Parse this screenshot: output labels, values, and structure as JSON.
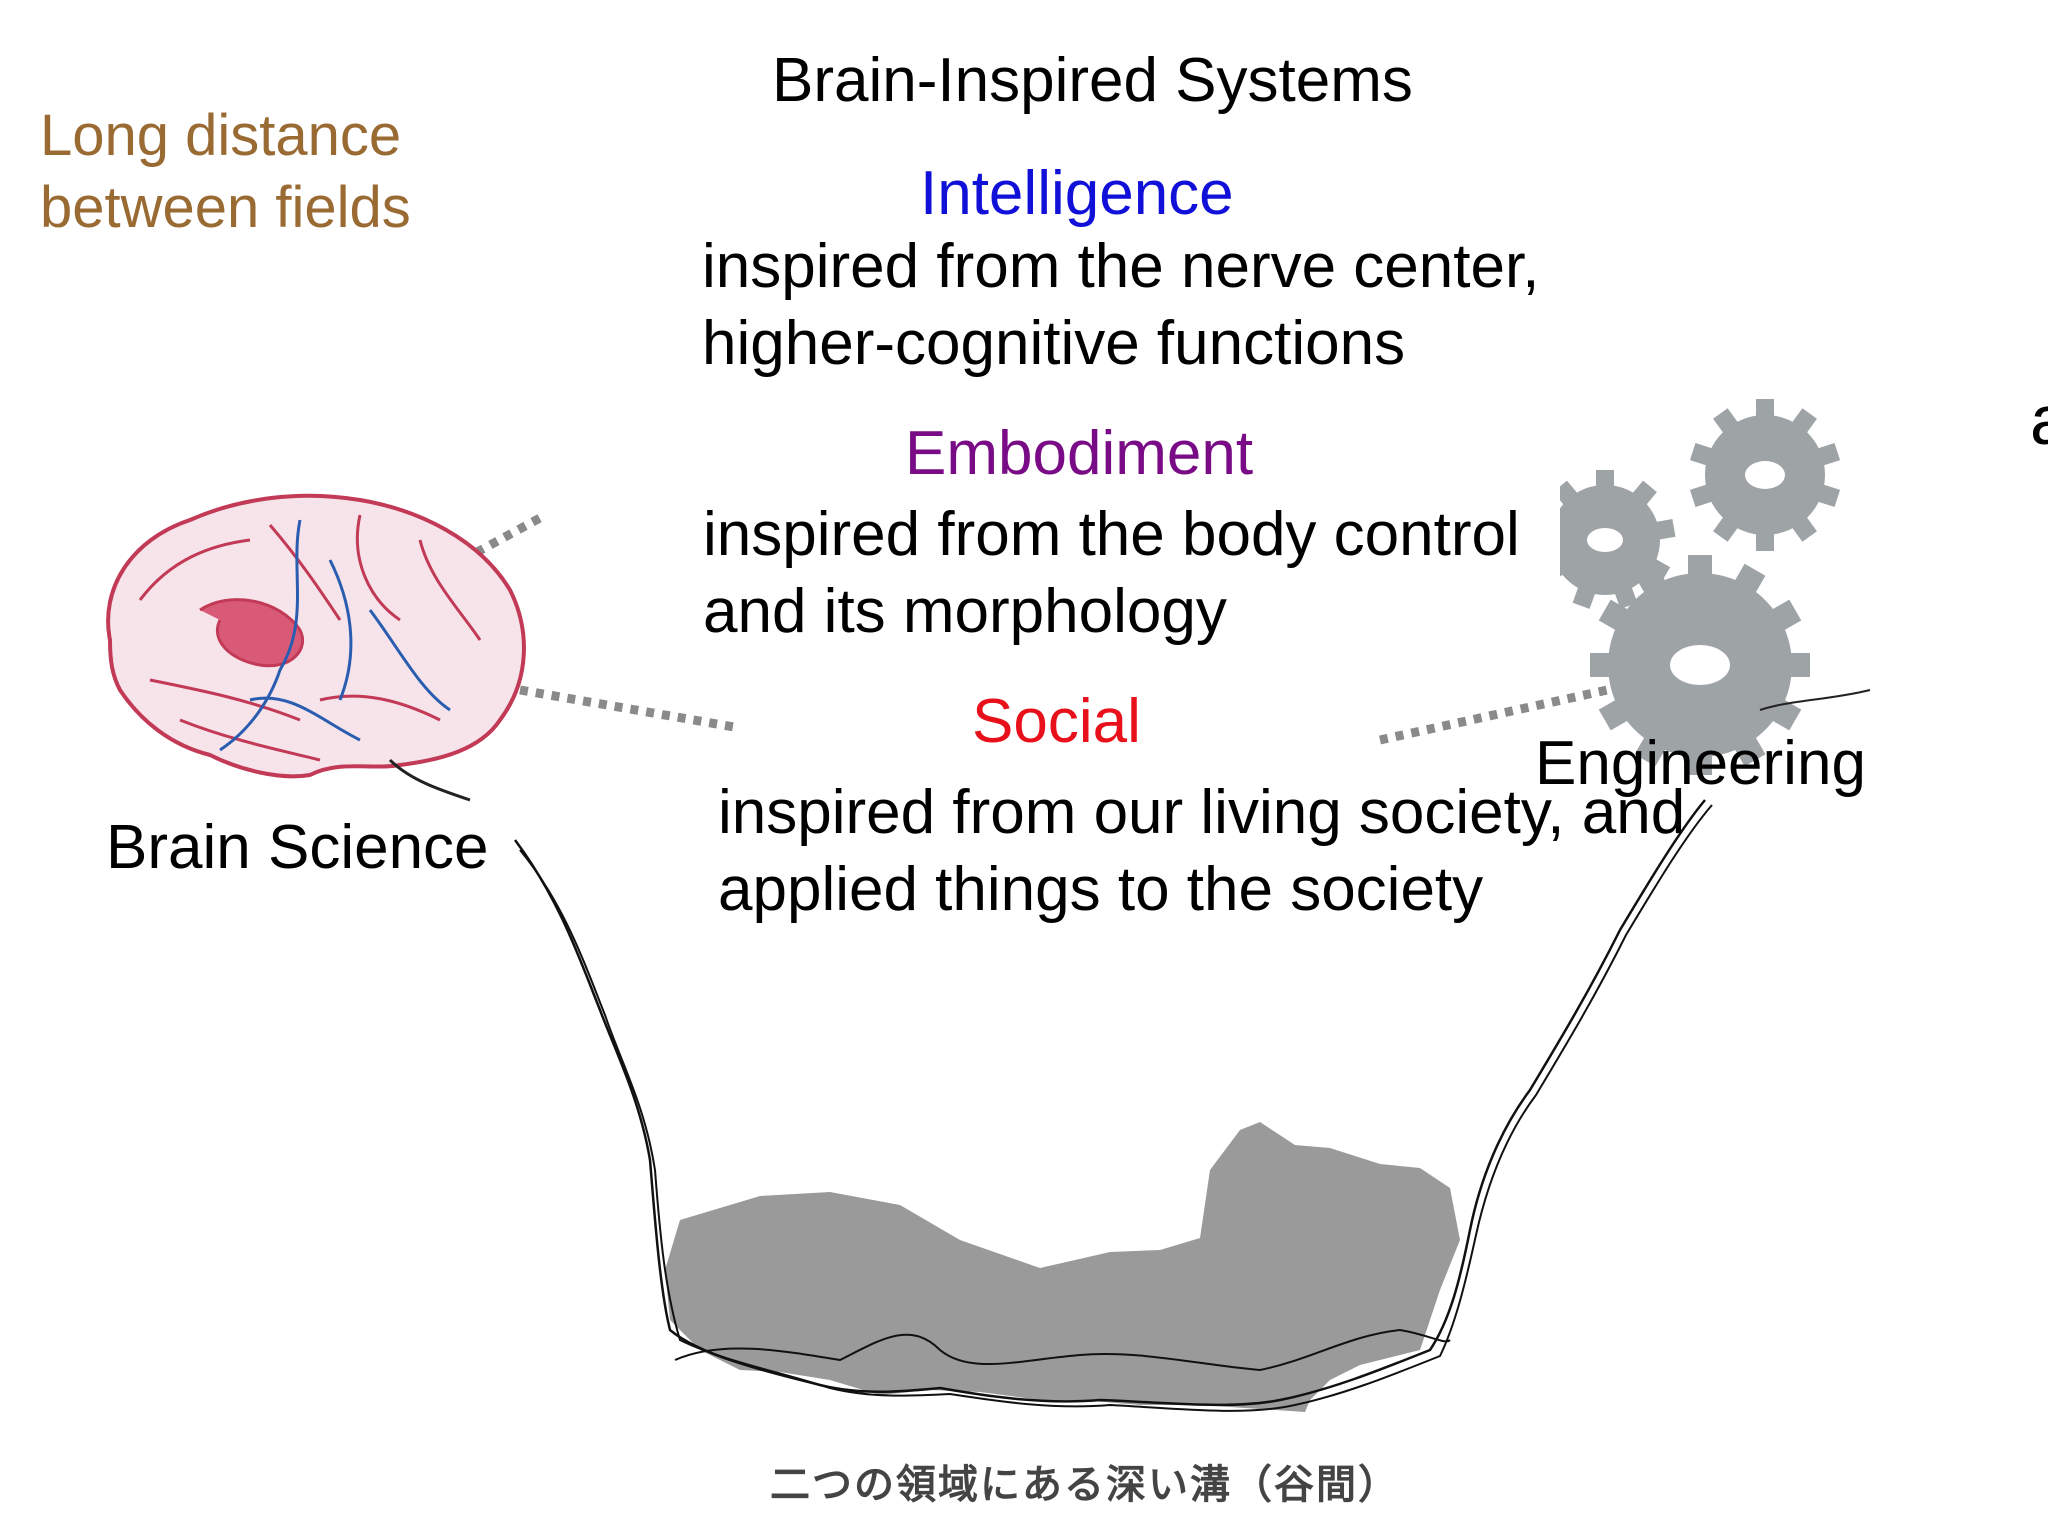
{
  "slide": {
    "title": "Brain-Inspired Systems",
    "side_note": "Long distance between fields",
    "sections": [
      {
        "heading": "Intelligence",
        "heading_color": "#1010d8",
        "description": "inspired from the nerve center, higher-cognitive functions"
      },
      {
        "heading": "Embodiment",
        "heading_color": "#7a0b86",
        "description": "inspired from the body control and its morphology"
      },
      {
        "heading": "Social",
        "heading_color": "#e8101a",
        "description": "inspired from our living society, and applied things to the society"
      }
    ],
    "left_field": "Brain Science",
    "right_field": "Engineering",
    "valley_caption": "二つの領域にある深い溝（谷間）",
    "edge_glyph": "a",
    "icons": [
      "brain-illustration",
      "gears-icon",
      "valley-illustration"
    ],
    "colors": {
      "side_note": "#9a6a33",
      "gear": "#9ea3a6",
      "valley_fill": "#9a9a9a"
    }
  }
}
